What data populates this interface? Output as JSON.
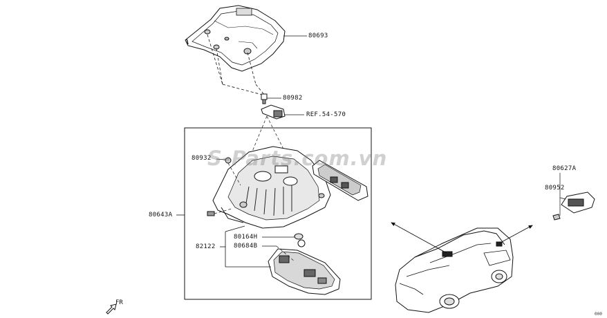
{
  "watermark": "S-Parts.com.vn",
  "direction_label": "FR",
  "diagram_code": "000",
  "parts": {
    "p80693": "80693",
    "p80982": "80982",
    "ref": "REF.54-570",
    "p80932": "80932",
    "p80643A": "80643A",
    "p80164H": "80164H",
    "p82122": "82122",
    "p80684B": "80684B",
    "p80627A": "80627A",
    "p80952": "80952"
  }
}
